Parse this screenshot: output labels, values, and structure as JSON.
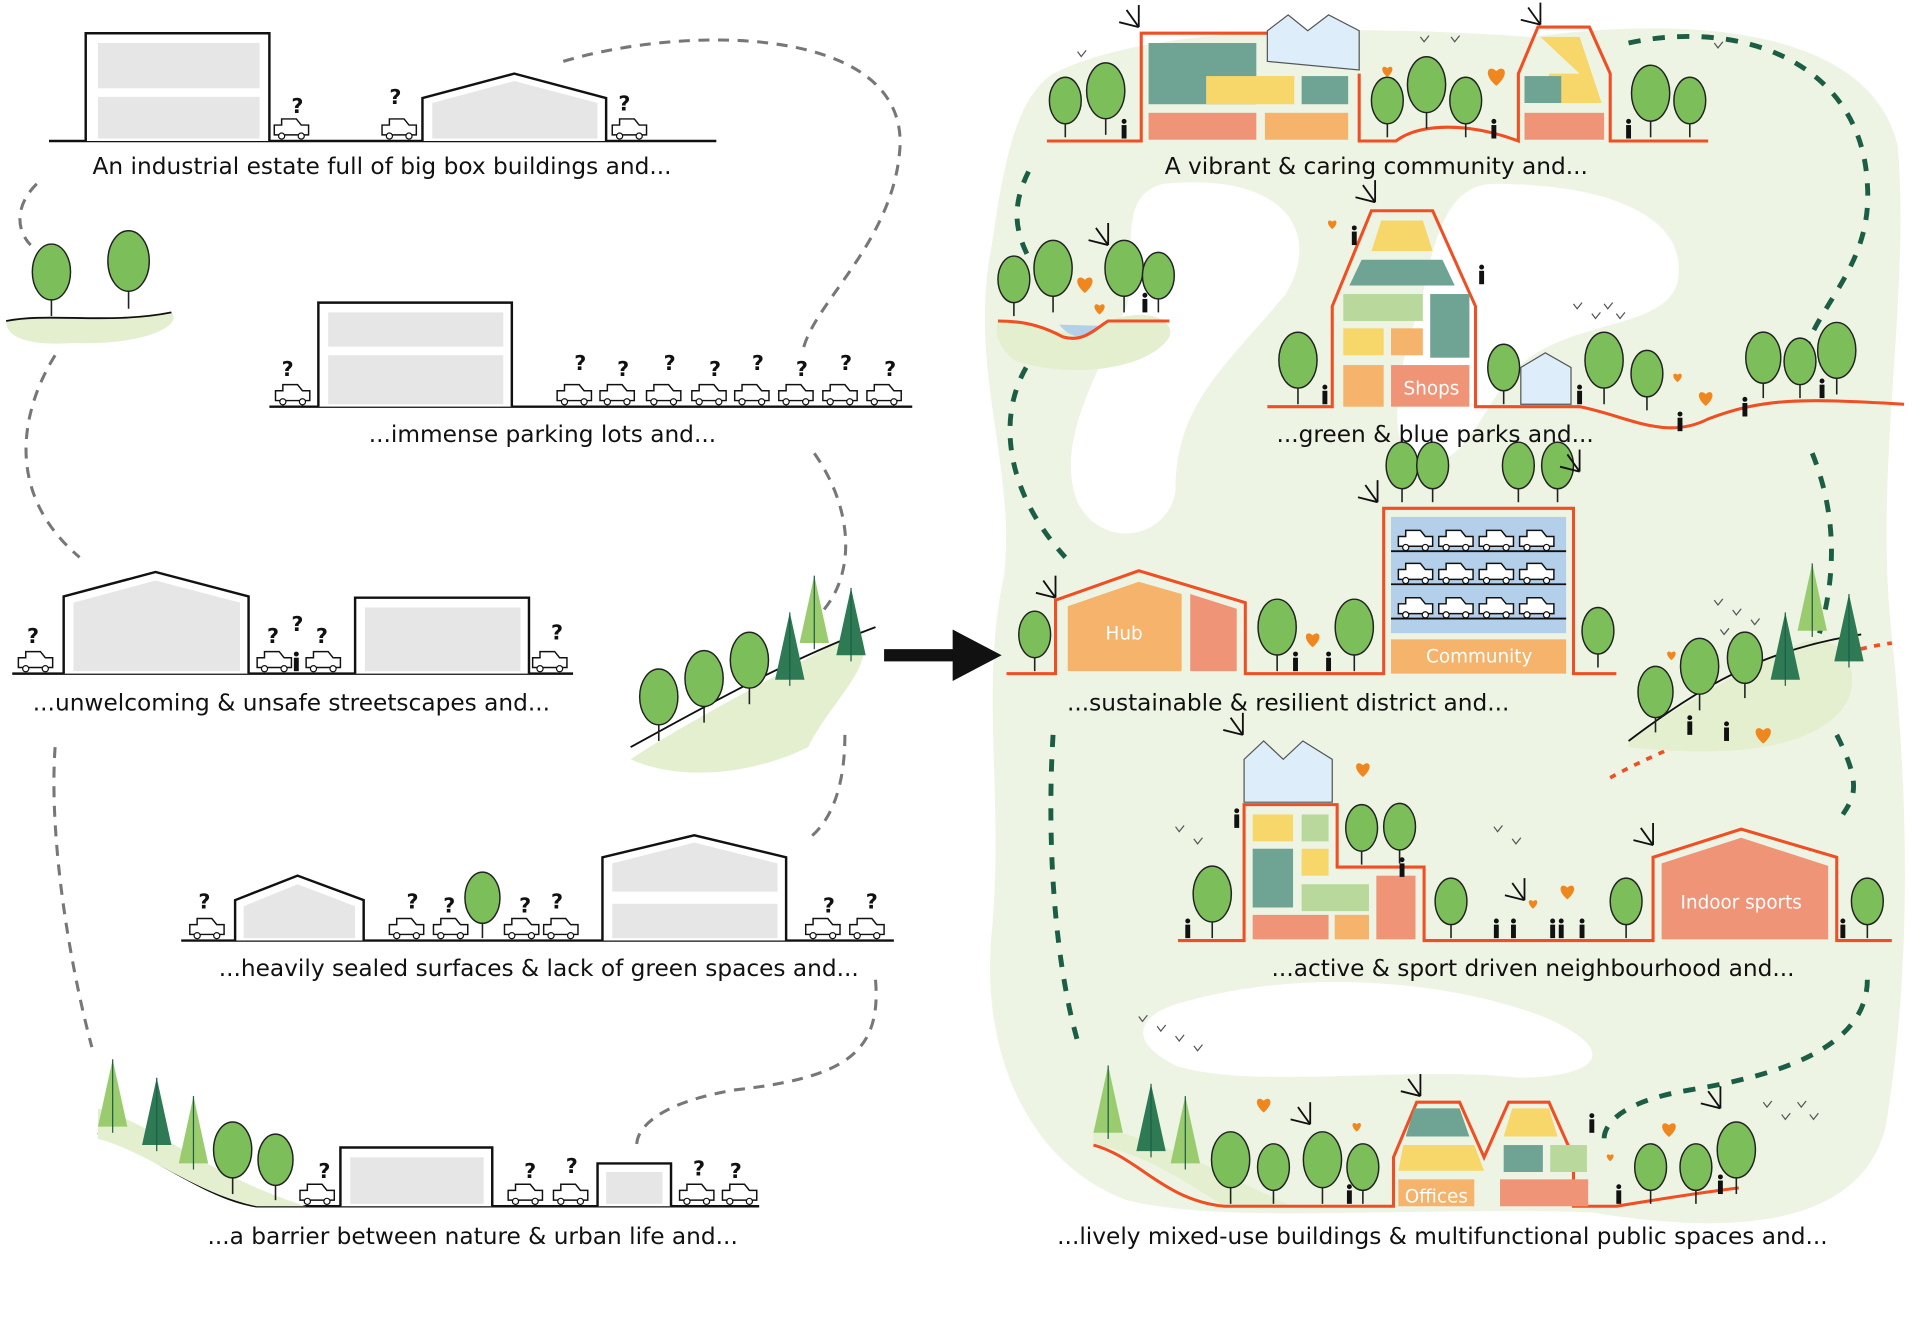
{
  "colors": {
    "orange_line": "#f04e23",
    "teal": "#6fa394",
    "yellow": "#f7d66a",
    "light_green": "#b8d99b",
    "salmon": "#f09478",
    "light_orange": "#f5b36b",
    "glass_blue": "#b3cfe9",
    "tree_green": "#7cbf5a",
    "path_dark_green": "#1c5e45",
    "background_blob": "#eef4e4",
    "heart": "#f0861e",
    "grey_building": "#e6e6e6"
  },
  "question_mark": "?",
  "left_panel": {
    "captions": [
      "An industrial estate full of big box buildings and...",
      "...immense parking lots and...",
      "...unwelcoming & unsafe streetscapes and...",
      "...heavily sealed surfaces & lack of green spaces and...",
      "...a barrier between nature & urban life and..."
    ]
  },
  "right_panel": {
    "captions": [
      "A vibrant & caring community and...",
      "...green & blue parks and...",
      "...sustainable & resilient district and...",
      "...active & sport driven neighbourhood and...",
      "...lively mixed-use buildings & multifunctional public spaces and..."
    ],
    "building_labels": {
      "shops": "Shops",
      "hub": "Hub",
      "community": "Community",
      "indoor_sports": "Indoor sports",
      "offices": "Offices"
    }
  },
  "icons": [
    "tree-icon",
    "car-icon",
    "person-icon",
    "heart-icon",
    "bird-icon",
    "arrow-right-icon",
    "solar-panel-icon"
  ]
}
